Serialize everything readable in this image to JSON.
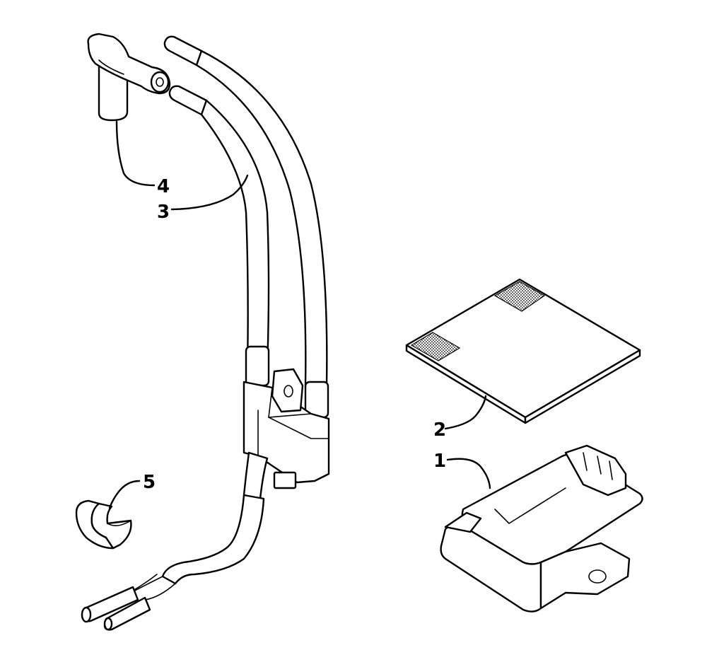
{
  "diagram": {
    "callouts": [
      {
        "id": "1",
        "label": "1"
      },
      {
        "id": "2",
        "label": "2"
      },
      {
        "id": "3",
        "label": "3"
      },
      {
        "id": "4",
        "label": "4"
      },
      {
        "id": "5",
        "label": "5"
      }
    ],
    "parts": [
      {
        "callout": "1",
        "icon": "cdi-module-icon"
      },
      {
        "callout": "2",
        "icon": "insulator-pad-icon"
      },
      {
        "callout": "3",
        "icon": "ignition-coil-icon"
      },
      {
        "callout": "4",
        "icon": "spark-plug-cap-icon"
      },
      {
        "callout": "5",
        "icon": "wire-clip-icon"
      }
    ],
    "colors": {
      "line": "#000000",
      "background": "#ffffff"
    }
  }
}
